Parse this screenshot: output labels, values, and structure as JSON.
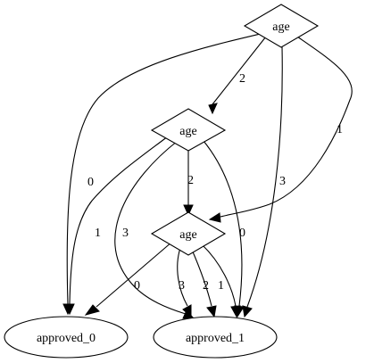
{
  "nodes": {
    "age_root": {
      "label": "age",
      "shape": "diamond"
    },
    "age_mid": {
      "label": "age",
      "shape": "diamond"
    },
    "age_low": {
      "label": "age",
      "shape": "diamond"
    },
    "approved_0": {
      "label": "approved_0",
      "shape": "ellipse"
    },
    "approved_1": {
      "label": "approved_1",
      "shape": "ellipse"
    }
  },
  "edges": [
    {
      "id": "root-mid",
      "from": "age_root",
      "to": "age_mid",
      "label": "2"
    },
    {
      "id": "root-low",
      "from": "age_root",
      "to": "age_low",
      "label": "1"
    },
    {
      "id": "root-approved0",
      "from": "age_root",
      "to": "approved_0",
      "label": "0"
    },
    {
      "id": "root-approved1",
      "from": "age_root",
      "to": "approved_1",
      "label": "3"
    },
    {
      "id": "mid-low",
      "from": "age_mid",
      "to": "age_low",
      "label": "2"
    },
    {
      "id": "mid-approved0",
      "from": "age_mid",
      "to": "approved_0",
      "label": "1"
    },
    {
      "id": "mid-approved1-a",
      "from": "age_mid",
      "to": "approved_1",
      "label": "3"
    },
    {
      "id": "mid-approved1-b",
      "from": "age_mid",
      "to": "approved_1",
      "label": "0"
    },
    {
      "id": "low-approved0",
      "from": "age_low",
      "to": "approved_0",
      "label": "0"
    },
    {
      "id": "low-approved1-a",
      "from": "age_low",
      "to": "approved_1",
      "label": "3"
    },
    {
      "id": "low-approved1-b",
      "from": "age_low",
      "to": "approved_1",
      "label": "2"
    },
    {
      "id": "low-approved1-c",
      "from": "age_low",
      "to": "approved_1",
      "label": "1"
    }
  ],
  "colors": {
    "stroke": "#000000",
    "fill": "#ffffff",
    "background": "#ffffff"
  }
}
